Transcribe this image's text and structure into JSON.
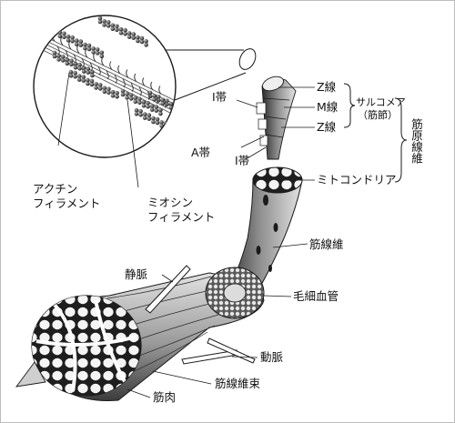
{
  "labels": {
    "z_line_top": "Z線",
    "m_line": "M線",
    "z_line_bottom": "Z線",
    "sarcomere": "サルコメア",
    "sarcomere_note": "（筋節）",
    "myofibril": "筋原線維",
    "i_band_top": "I帯",
    "a_band": "A帯",
    "i_band_bottom": "I帯",
    "mitochondria": "ミトコンドリア",
    "actin_line1": "アクチン",
    "actin_line2": "フィラメント",
    "myosin_line1": "ミオシン",
    "myosin_line2": "フィラメント",
    "muscle_fiber": "筋線維",
    "vein": "静脈",
    "capillary": "毛細血管",
    "artery": "動脈",
    "fascicle": "筋線維束",
    "muscle": "筋肉"
  },
  "colors": {
    "ink": "#1a1a1a",
    "shade_dark": "#4a4a4a",
    "shade_mid": "#8a8a8a",
    "shade_light": "#d4d4d4"
  }
}
